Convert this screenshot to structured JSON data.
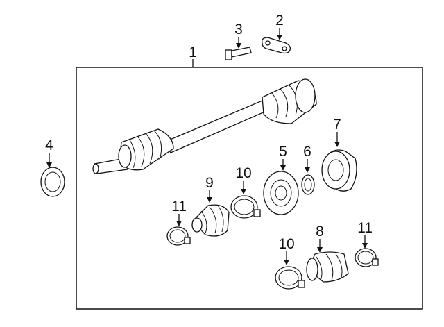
{
  "callouts": [
    {
      "id": "c1",
      "label": "1"
    },
    {
      "id": "c2",
      "label": "2"
    },
    {
      "id": "c3",
      "label": "3"
    },
    {
      "id": "c4",
      "label": "4"
    },
    {
      "id": "c5",
      "label": "5"
    },
    {
      "id": "c6",
      "label": "6"
    },
    {
      "id": "c7",
      "label": "7"
    },
    {
      "id": "c8",
      "label": "8"
    },
    {
      "id": "c9",
      "label": "9"
    },
    {
      "id": "c10a",
      "label": "10"
    },
    {
      "id": "c10b",
      "label": "10"
    },
    {
      "id": "c11a",
      "label": "11"
    },
    {
      "id": "c11b",
      "label": "11"
    }
  ]
}
